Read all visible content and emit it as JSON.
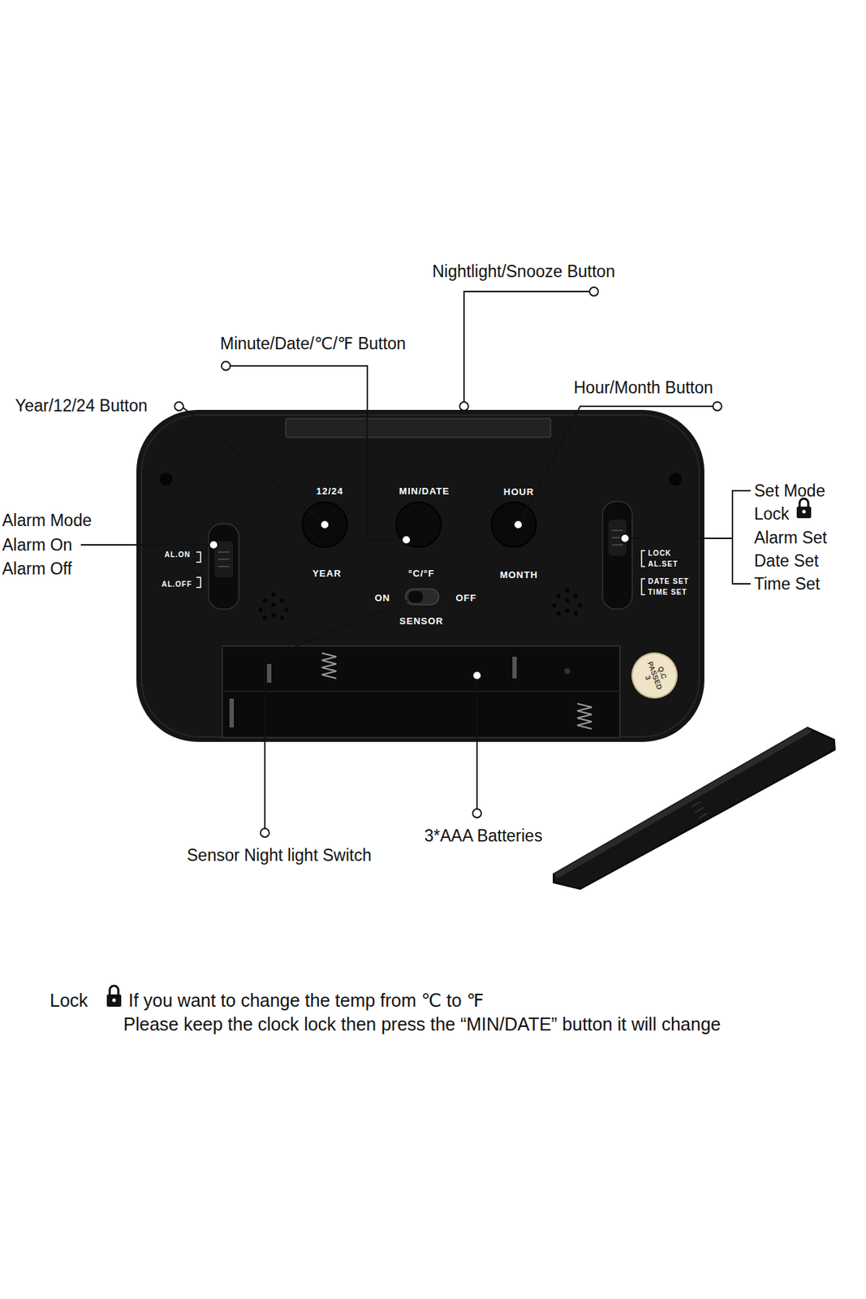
{
  "diagram": {
    "nodes": [
      {
        "text": [
          "Q.C PASSED 3"
        ]
      }
    ],
    "labels": [
      "Nightlight/Snooze Button",
      "Minute/Date/℃/℉ Button",
      "Year/12/24 Button",
      "Hour/Month Button",
      "Alarm Mode",
      "Alarm On",
      "Alarm Off",
      "Set Mode",
      "Lock",
      "Alarm Set",
      "Date Set",
      "Time Set",
      "12/24",
      "MIN/DATE",
      "HOUR",
      "YEAR",
      "°C/°F",
      "MONTH",
      "AL.ON",
      "AL.OFF",
      "ON",
      "OFF",
      "SENSOR",
      "LOCK",
      "AL.SET",
      "DATE SET",
      "TIME SET",
      "Sensor Night light Switch",
      "3*AAA Batteries",
      "Lock",
      "If you want to change the temp from ℃ to ℉",
      "Please keep the clock lock then press the “MIN/DATE” button it will change"
    ]
  }
}
